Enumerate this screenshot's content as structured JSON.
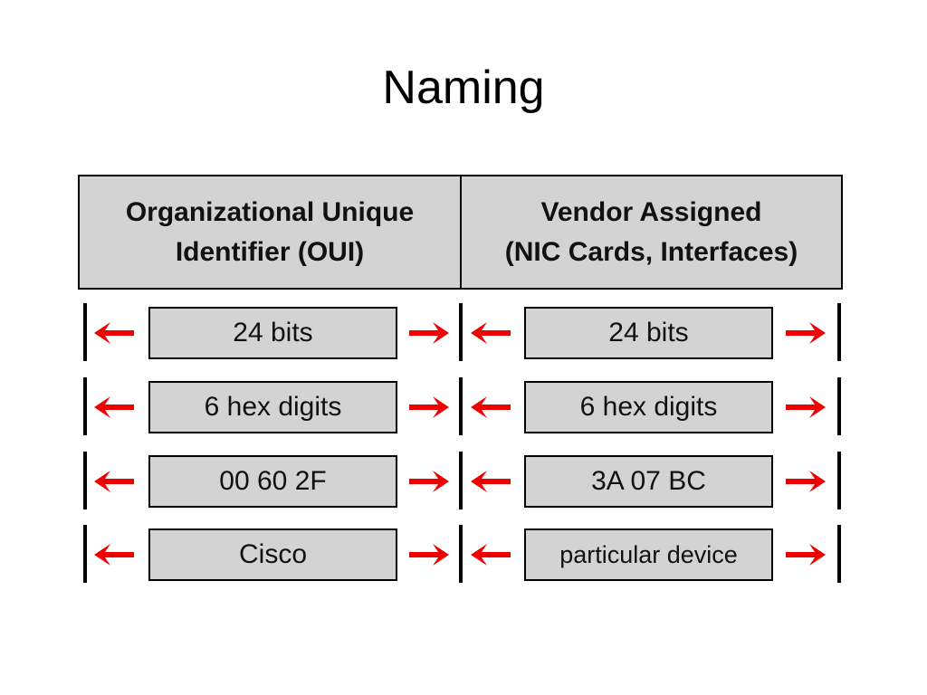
{
  "title": "Naming",
  "colors": {
    "box_fill": "#d3d3d3",
    "arrow": "#ee0000",
    "border": "#000000"
  },
  "headers": {
    "left": {
      "line1": "Organizational Unique",
      "line2": "Identifier (OUI)"
    },
    "right": {
      "line1": "Vendor Assigned",
      "line2": "(NIC Cards, Interfaces)"
    }
  },
  "rows": [
    {
      "left": "24 bits",
      "right": "24 bits"
    },
    {
      "left": "6 hex digits",
      "right": "6 hex digits"
    },
    {
      "left": "00 60 2F",
      "right": "3A 07 BC"
    },
    {
      "left": "Cisco",
      "right": "particular device"
    }
  ],
  "icons": {
    "left_arrow": "arrow-left-icon",
    "right_arrow": "arrow-right-icon"
  }
}
